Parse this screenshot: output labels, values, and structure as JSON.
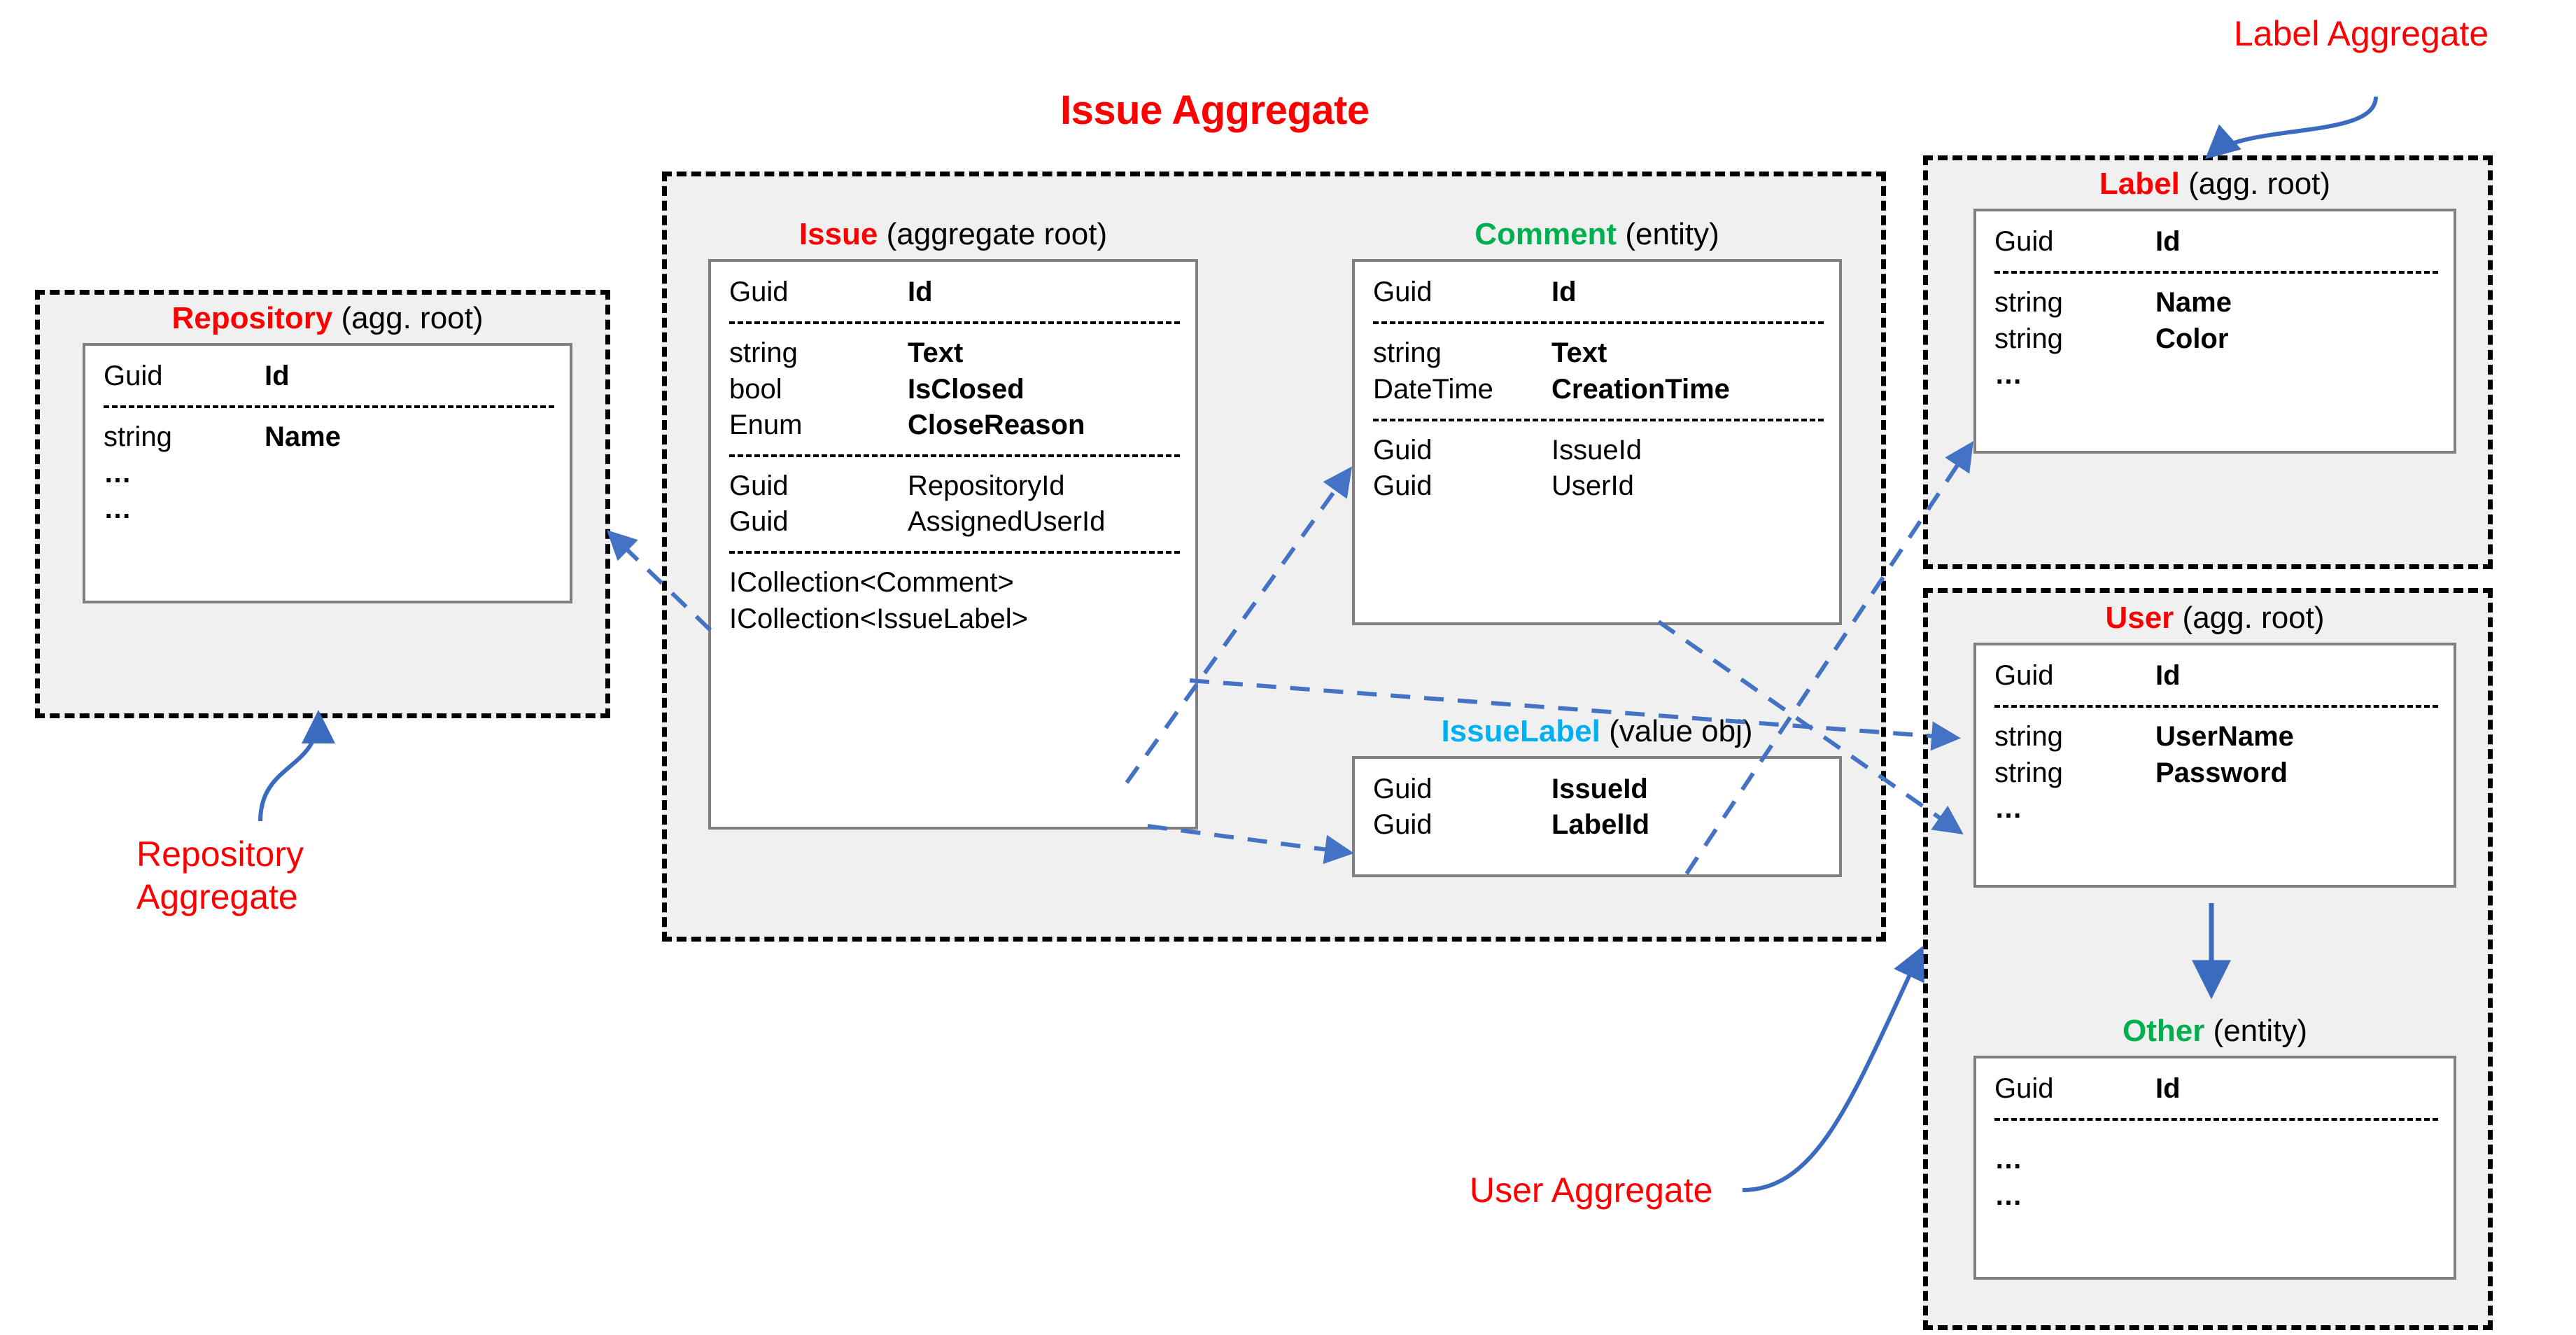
{
  "diagram": {
    "title_issue_aggregate": "Issue Aggregate",
    "annotations": {
      "label_aggregate": "Label Aggregate",
      "repository_aggregate": "Repository\nAggregate",
      "user_aggregate": "User Aggregate"
    },
    "colors": {
      "aggregate_root": "#ff0000",
      "entity": "#00b050",
      "value_object": "#00b0f0",
      "container_fill": "#f0f0f0",
      "container_border": "#000000",
      "class_border": "#808080",
      "connector": "#4472c4"
    }
  },
  "classes": {
    "repository": {
      "name": "Repository",
      "kind": " (agg. root)",
      "name_color": "red",
      "sections": [
        {
          "rows": [
            {
              "type": "Guid",
              "field": "Id",
              "bold": true
            }
          ]
        },
        {
          "rows": [
            {
              "type": "string",
              "field": "Name",
              "bold": true
            },
            {
              "type": "…",
              "field": "",
              "bold": false
            },
            {
              "type": "…",
              "field": "",
              "bold": false
            }
          ]
        }
      ]
    },
    "issue": {
      "name": "Issue",
      "kind": " (aggregate root)",
      "name_color": "red",
      "sections": [
        {
          "rows": [
            {
              "type": "Guid",
              "field": "Id",
              "bold": true
            }
          ]
        },
        {
          "rows": [
            {
              "type": "string",
              "field": "Text",
              "bold": true
            },
            {
              "type": "bool",
              "field": "IsClosed",
              "bold": true
            },
            {
              "type": "Enum",
              "field": "CloseReason",
              "bold": true
            }
          ]
        },
        {
          "rows": [
            {
              "type": "Guid",
              "field": "RepositoryId",
              "bold": false
            },
            {
              "type": "Guid",
              "field": "AssignedUserId",
              "bold": false
            }
          ]
        },
        {
          "rows": [
            {
              "type": "ICollection<Comment>",
              "field": "",
              "bold": false,
              "wide": true
            },
            {
              "type": "ICollection<IssueLabel>",
              "field": "",
              "bold": false,
              "wide": true
            }
          ]
        }
      ]
    },
    "comment": {
      "name": "Comment",
      "kind": " (entity)",
      "name_color": "green",
      "sections": [
        {
          "rows": [
            {
              "type": "Guid",
              "field": "Id",
              "bold": true
            }
          ]
        },
        {
          "rows": [
            {
              "type": "string",
              "field": "Text",
              "bold": true
            },
            {
              "type": "DateTime",
              "field": "CreationTime",
              "bold": true
            }
          ]
        },
        {
          "rows": [
            {
              "type": "Guid",
              "field": "IssueId",
              "bold": false
            },
            {
              "type": "Guid",
              "field": "UserId",
              "bold": false
            }
          ]
        }
      ]
    },
    "issuelabel": {
      "name": "IssueLabel",
      "kind": " (value obj)",
      "name_color": "cyan",
      "sections": [
        {
          "rows": [
            {
              "type": "Guid",
              "field": "IssueId",
              "bold": true
            },
            {
              "type": "Guid",
              "field": "LabelId",
              "bold": true
            }
          ]
        }
      ]
    },
    "label": {
      "name": "Label",
      "kind": " (agg. root)",
      "name_color": "red",
      "sections": [
        {
          "rows": [
            {
              "type": "Guid",
              "field": "Id",
              "bold": true
            }
          ]
        },
        {
          "rows": [
            {
              "type": "string",
              "field": "Name",
              "bold": true
            },
            {
              "type": "string",
              "field": "Color",
              "bold": true
            },
            {
              "type": "…",
              "field": "",
              "bold": false
            }
          ]
        }
      ]
    },
    "user": {
      "name": "User",
      "kind": " (agg. root)",
      "name_color": "red",
      "sections": [
        {
          "rows": [
            {
              "type": "Guid",
              "field": "Id",
              "bold": true
            }
          ]
        },
        {
          "rows": [
            {
              "type": "string",
              "field": "UserName",
              "bold": true
            },
            {
              "type": "string",
              "field": "Password",
              "bold": true
            },
            {
              "type": "…",
              "field": "",
              "bold": false
            }
          ]
        }
      ]
    },
    "other": {
      "name": "Other",
      "kind": " (entity)",
      "name_color": "green",
      "sections": [
        {
          "rows": [
            {
              "type": "Guid",
              "field": "Id",
              "bold": true
            }
          ]
        },
        {
          "rows": [
            {
              "type": "…",
              "field": "",
              "bold": false
            },
            {
              "type": "…",
              "field": "",
              "bold": false
            }
          ]
        }
      ]
    }
  }
}
